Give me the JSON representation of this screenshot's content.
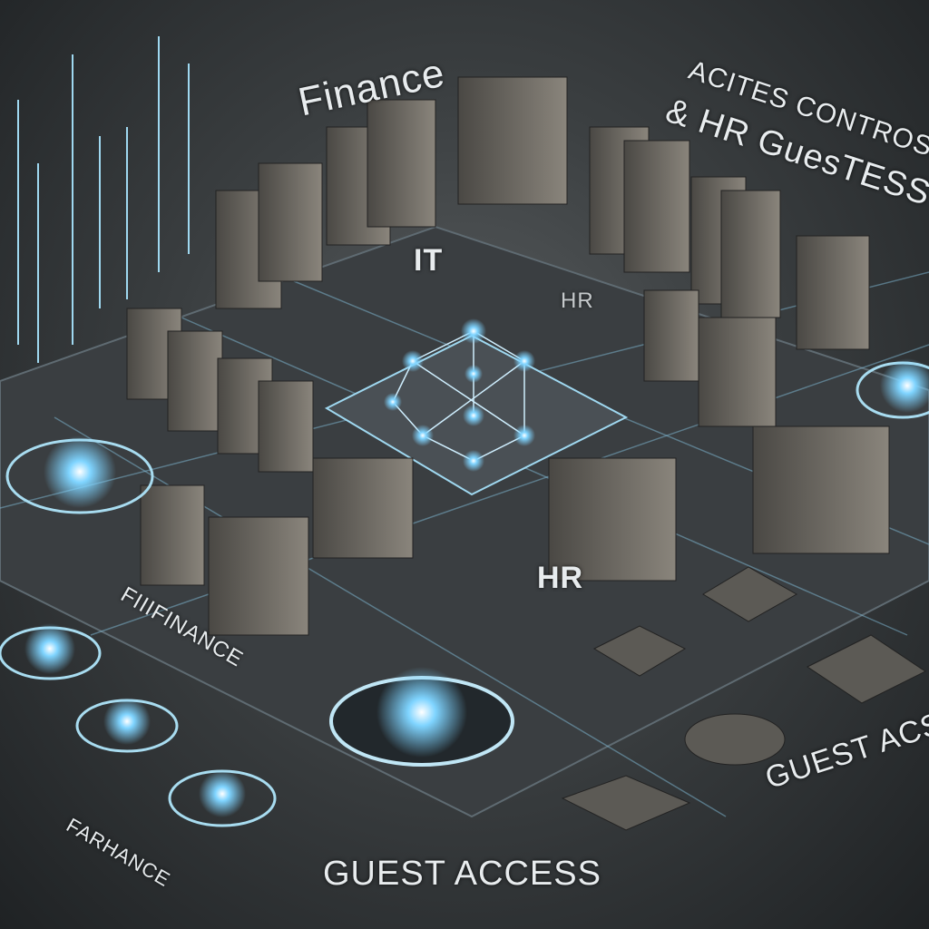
{
  "labels": {
    "finance_top": "Finance",
    "access_controls": "ACITES CONTROSS",
    "hr_guests": "& HR GuesTESS",
    "it": "IT",
    "hr_upper": "HR",
    "hr_center": "HR",
    "finance_left": "FIIIFINANCE",
    "finance_bottom": "FARHANCE",
    "guest_access": "GUEST ACCESS",
    "guest_access_right": "GUEST ACS"
  },
  "colors": {
    "accent_glow": "#7fd4ff",
    "platform": "#3a3e41",
    "server": "#6e6a62"
  }
}
